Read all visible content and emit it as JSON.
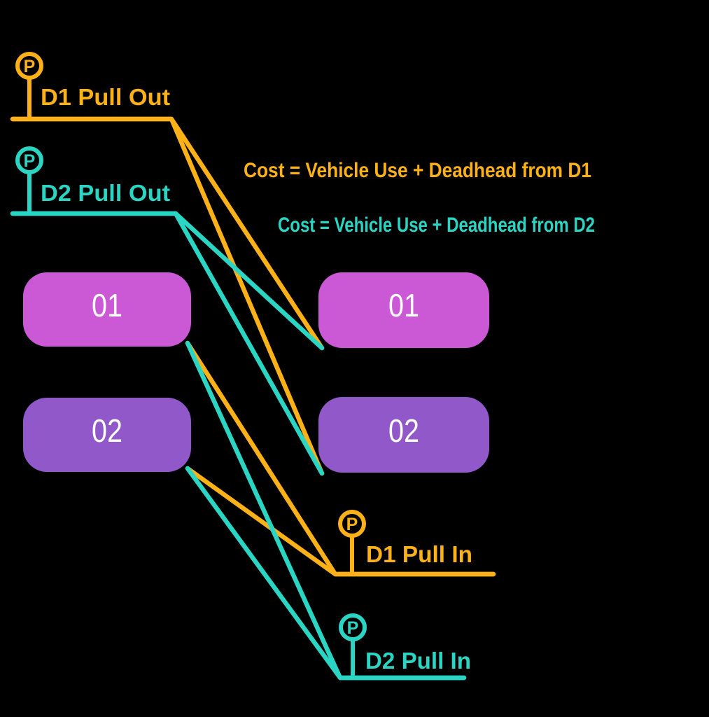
{
  "background": "#000000",
  "colors": {
    "d1": "#FBB117",
    "d2": "#2BD5C3",
    "trip_01": "#CB59D6",
    "trip_02": "#9158C9",
    "trip_label": "#FFFFFF"
  },
  "icons": {
    "parking": "P"
  },
  "depots": {
    "d1_pull_out": "D1 Pull Out",
    "d2_pull_out": "D2 Pull Out",
    "d1_pull_in": "D1 Pull In",
    "d2_pull_in": "D2 Pull In"
  },
  "annotations": {
    "cost_d1": "Cost = Vehicle Use + Deadhead from D1",
    "cost_d2": "Cost = Vehicle Use + Deadhead from D2"
  },
  "trips": {
    "left_01": "01",
    "left_02": "02",
    "right_01": "01",
    "right_02": "02"
  }
}
